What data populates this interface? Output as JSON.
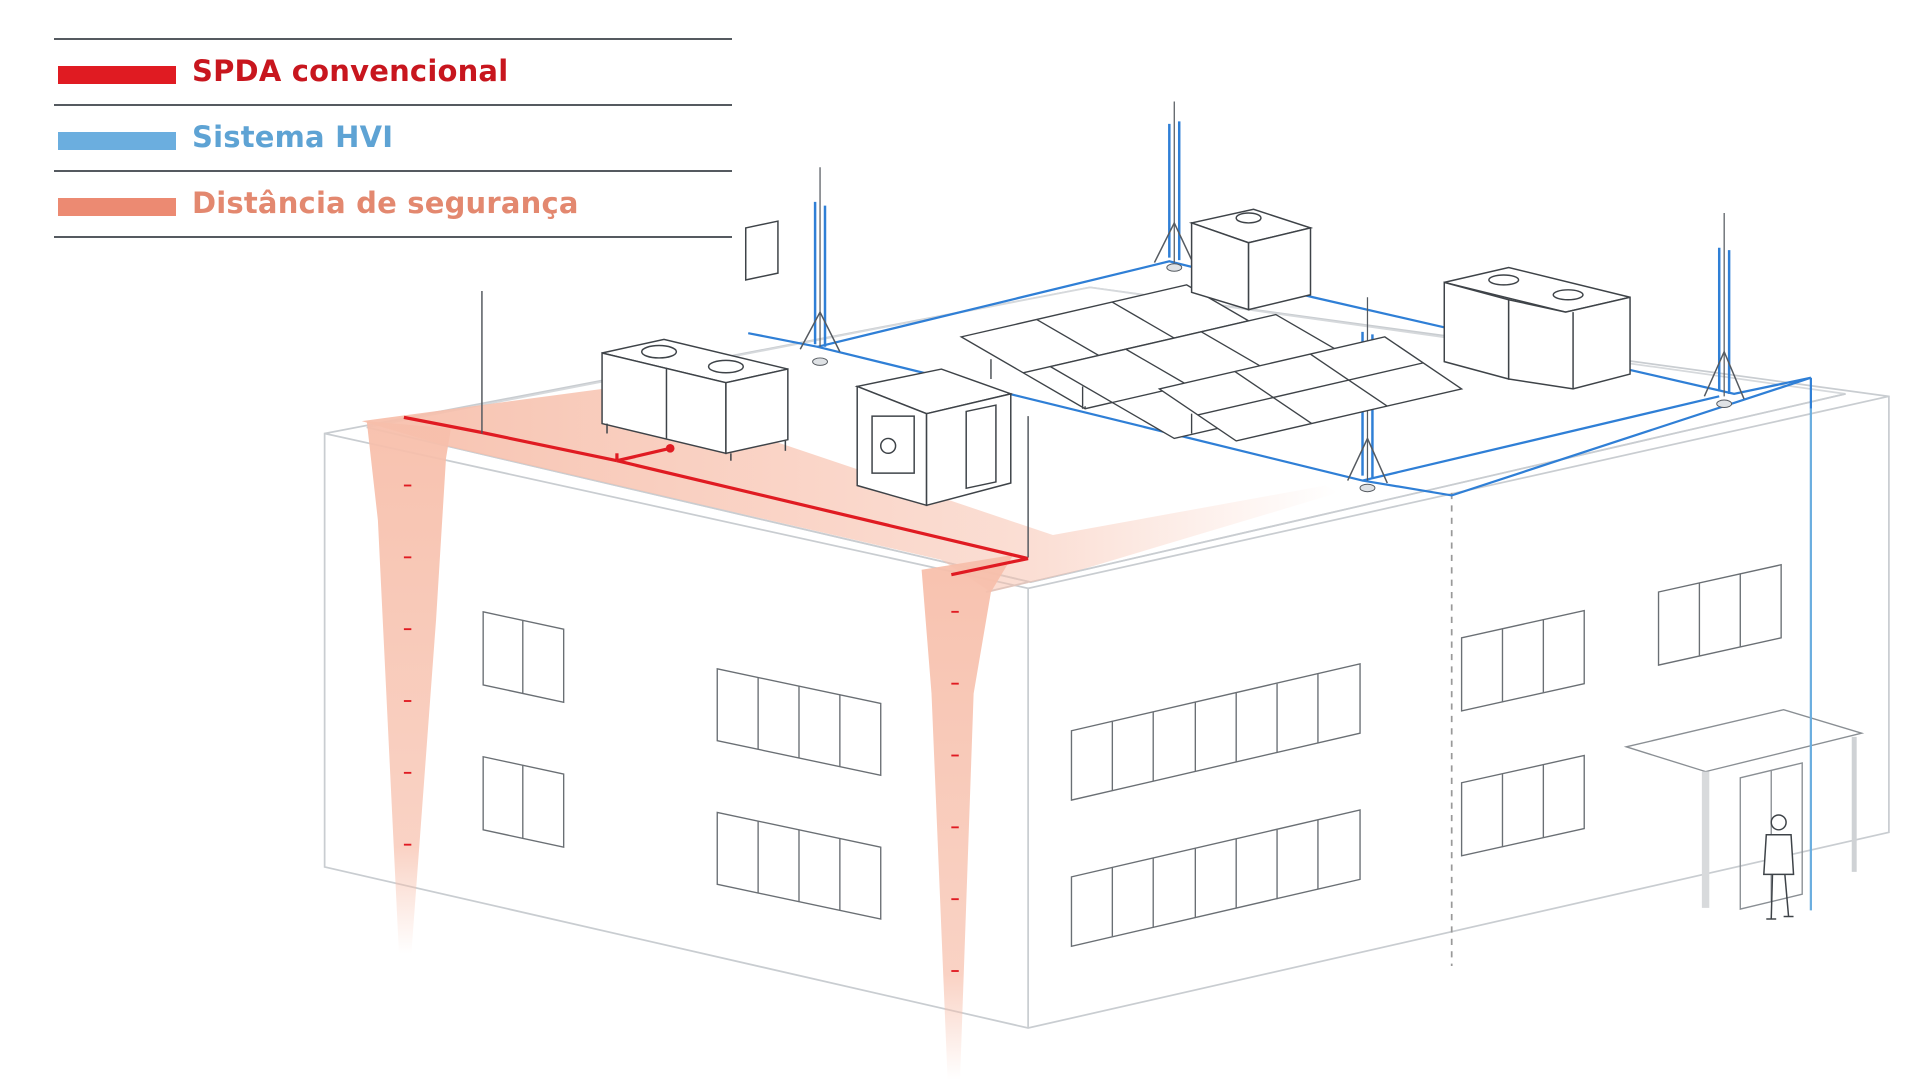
{
  "legend": {
    "items": [
      {
        "label": "SPDA convencional",
        "color": "#e01b22"
      },
      {
        "label": "Sistema HVI",
        "color": "#6baedf"
      },
      {
        "label": "Distância de segurança",
        "color": "#ec8a72"
      }
    ]
  },
  "colors": {
    "building_outline": "#c9cdd1",
    "equipment_outline": "#555a60",
    "hvi_line": "#2f7fd6",
    "spda_line": "#e01b22",
    "safety_zone": "#f7c2b0"
  },
  "icons": [
    "air-termination-mast-icon",
    "hvac-unit-icon",
    "electrical-cabinet-icon",
    "solar-panel-icon",
    "person-icon"
  ]
}
